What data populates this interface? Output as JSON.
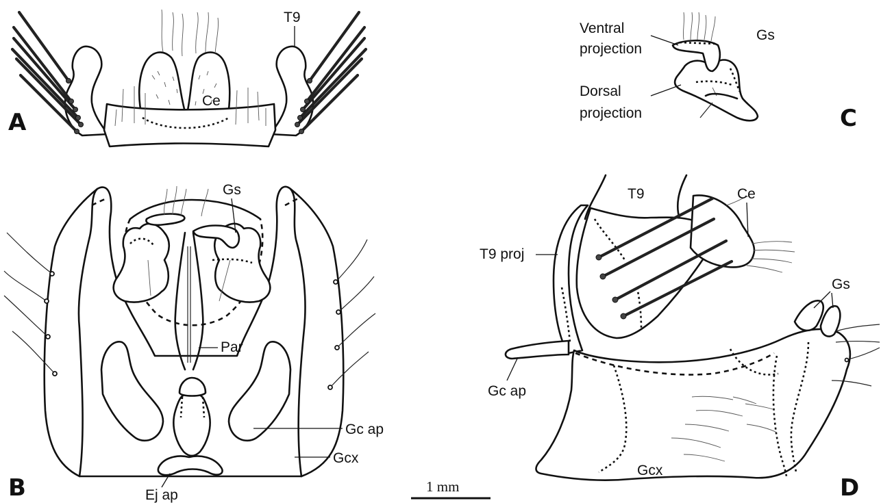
{
  "panels": {
    "a": {
      "letter": "A",
      "labels": {
        "t9": "T9",
        "ce": "Ce"
      }
    },
    "b": {
      "letter": "B",
      "labels": {
        "gs": "Gs",
        "par": "Par",
        "gc_ap": "Gc ap",
        "gcx": "Gcx",
        "ej_ap": "Ej ap"
      }
    },
    "c": {
      "letter": "C",
      "labels": {
        "gs": "Gs",
        "ventral_1": "Ventral",
        "ventral_2": "projection",
        "dorsal_1": "Dorsal",
        "dorsal_2": "projection"
      }
    },
    "d": {
      "letter": "D",
      "labels": {
        "t9": "T9",
        "ce": "Ce",
        "t9_proj": "T9 proj",
        "gs": "Gs",
        "gc_ap": "Gc ap",
        "gcx": "Gcx"
      }
    }
  },
  "scale_bar": {
    "label": "1 mm"
  }
}
